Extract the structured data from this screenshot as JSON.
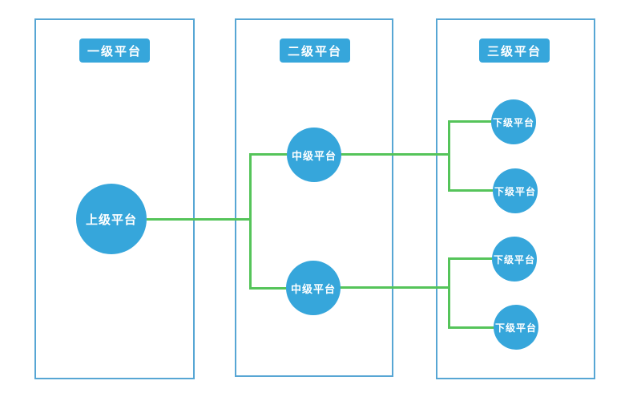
{
  "diagram": {
    "columns": [
      {
        "id": "level-1",
        "header": "一级平台"
      },
      {
        "id": "level-2",
        "header": "二级平台"
      },
      {
        "id": "level-3",
        "header": "三级平台"
      }
    ],
    "nodes": {
      "root": {
        "label": "上级平台"
      },
      "mid_top": {
        "label": "中级平台"
      },
      "mid_bottom": {
        "label": "中级平台"
      },
      "leaf_1": {
        "label": "下级平台"
      },
      "leaf_2": {
        "label": "下级平台"
      },
      "leaf_3": {
        "label": "下级平台"
      },
      "leaf_4": {
        "label": "下级平台"
      }
    },
    "edges": [
      {
        "from": "root",
        "to": "mid_top"
      },
      {
        "from": "root",
        "to": "mid_bottom"
      },
      {
        "from": "mid_top",
        "to": "leaf_1"
      },
      {
        "from": "mid_top",
        "to": "leaf_2"
      },
      {
        "from": "mid_bottom",
        "to": "leaf_3"
      },
      {
        "from": "mid_bottom",
        "to": "leaf_4"
      }
    ]
  },
  "colors": {
    "node_fill": "#36A6DB",
    "column_border": "#57A6D4",
    "connector_green": "#55C45A",
    "node_text": "#FFFFFF",
    "background": "#FFFFFF"
  }
}
